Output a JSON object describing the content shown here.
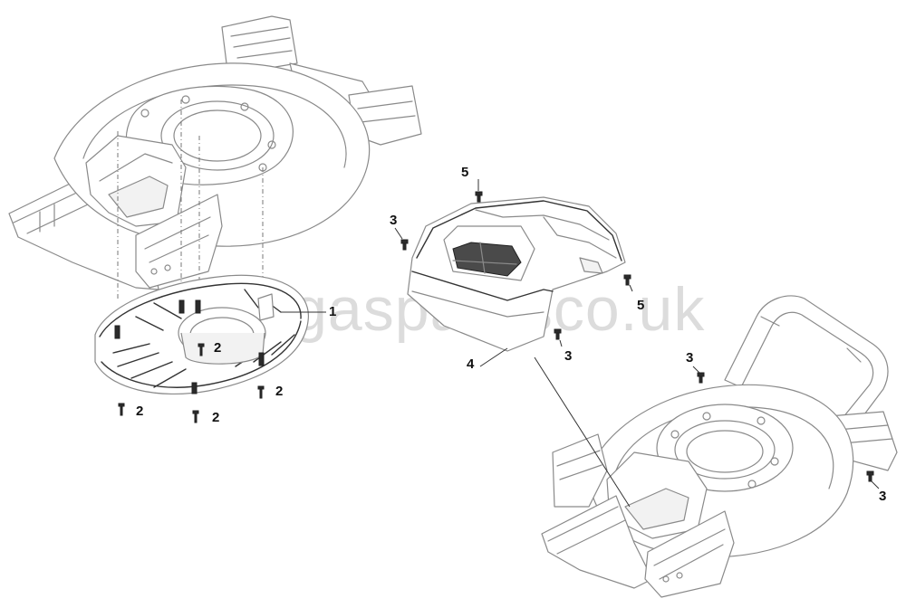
{
  "watermark": "sigasparesco.uk",
  "colors": {
    "line": "#8a8a8a",
    "dark": "#2b2b2b",
    "label": "#111111",
    "watermark": "#dcdcdc"
  },
  "labels": {
    "p1": "1",
    "p2a": "2",
    "p2b": "2",
    "p2c": "2",
    "p2d": "2",
    "p3a": "3",
    "p3b": "3",
    "p3c": "3",
    "p3d": "3",
    "p4": "4",
    "p5a": "5",
    "p5b": "5"
  }
}
